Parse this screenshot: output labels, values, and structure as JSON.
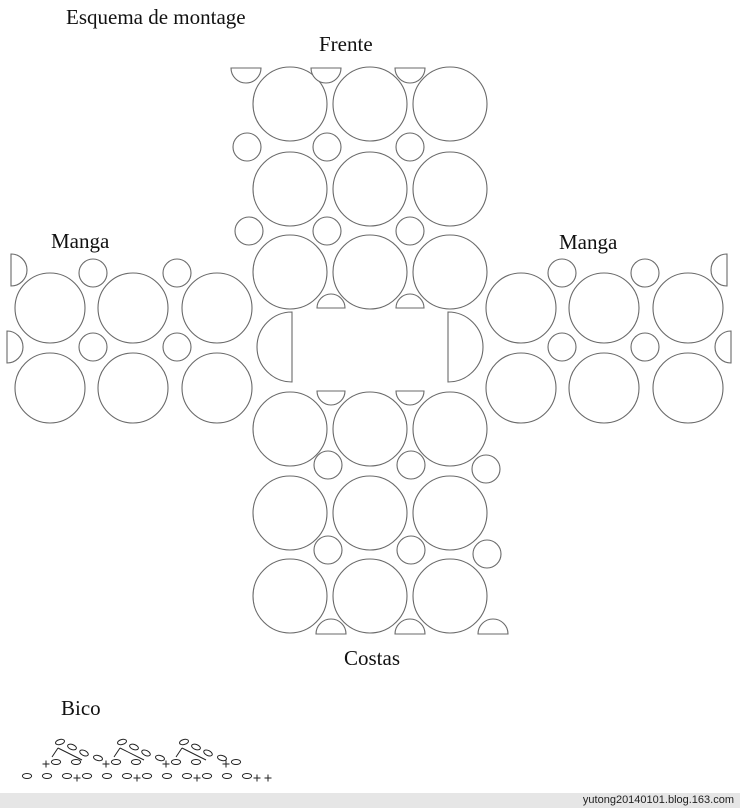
{
  "title": "Esquema de montage",
  "labels": {
    "front": "Frente",
    "back": "Costas",
    "sleeve_left": "Manga",
    "sleeve_right": "Manga",
    "edging": "Bico"
  },
  "footer": {
    "watermark": "yutong20140101.blog.163.com"
  },
  "colors": {
    "stroke": "#6a6a6a",
    "background": "#ffffff",
    "footer_bar": "#e6e6e6"
  }
}
